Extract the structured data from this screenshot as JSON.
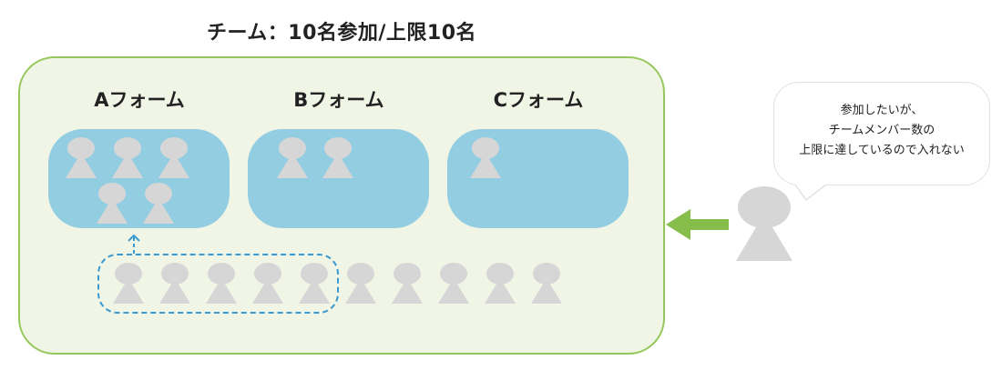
{
  "title": "チーム：10名参加/上限10名",
  "forms": [
    {
      "label": "Aフォーム",
      "members": 5
    },
    {
      "label": "Bフォーム",
      "members": 2
    },
    {
      "label": "Cフォーム",
      "members": 1
    }
  ],
  "waiting_row": {
    "count": 10,
    "highlighted": 5
  },
  "speech_bubble": {
    "lines": [
      "参加したいが、",
      "チームメンバー数の",
      "上限に達しているので入れない"
    ]
  },
  "colors": {
    "team_border": "#95c75a",
    "team_fill": "#f0f5e6",
    "form_fill": "#93cde1",
    "person": "#d6d6d6",
    "dashed": "#3a9ad1",
    "arrow": "#86bd4b"
  },
  "icons": {
    "person": "person-icon",
    "arrow": "arrow-left-icon",
    "dashed_arrow": "arrow-up-dashed-icon"
  }
}
